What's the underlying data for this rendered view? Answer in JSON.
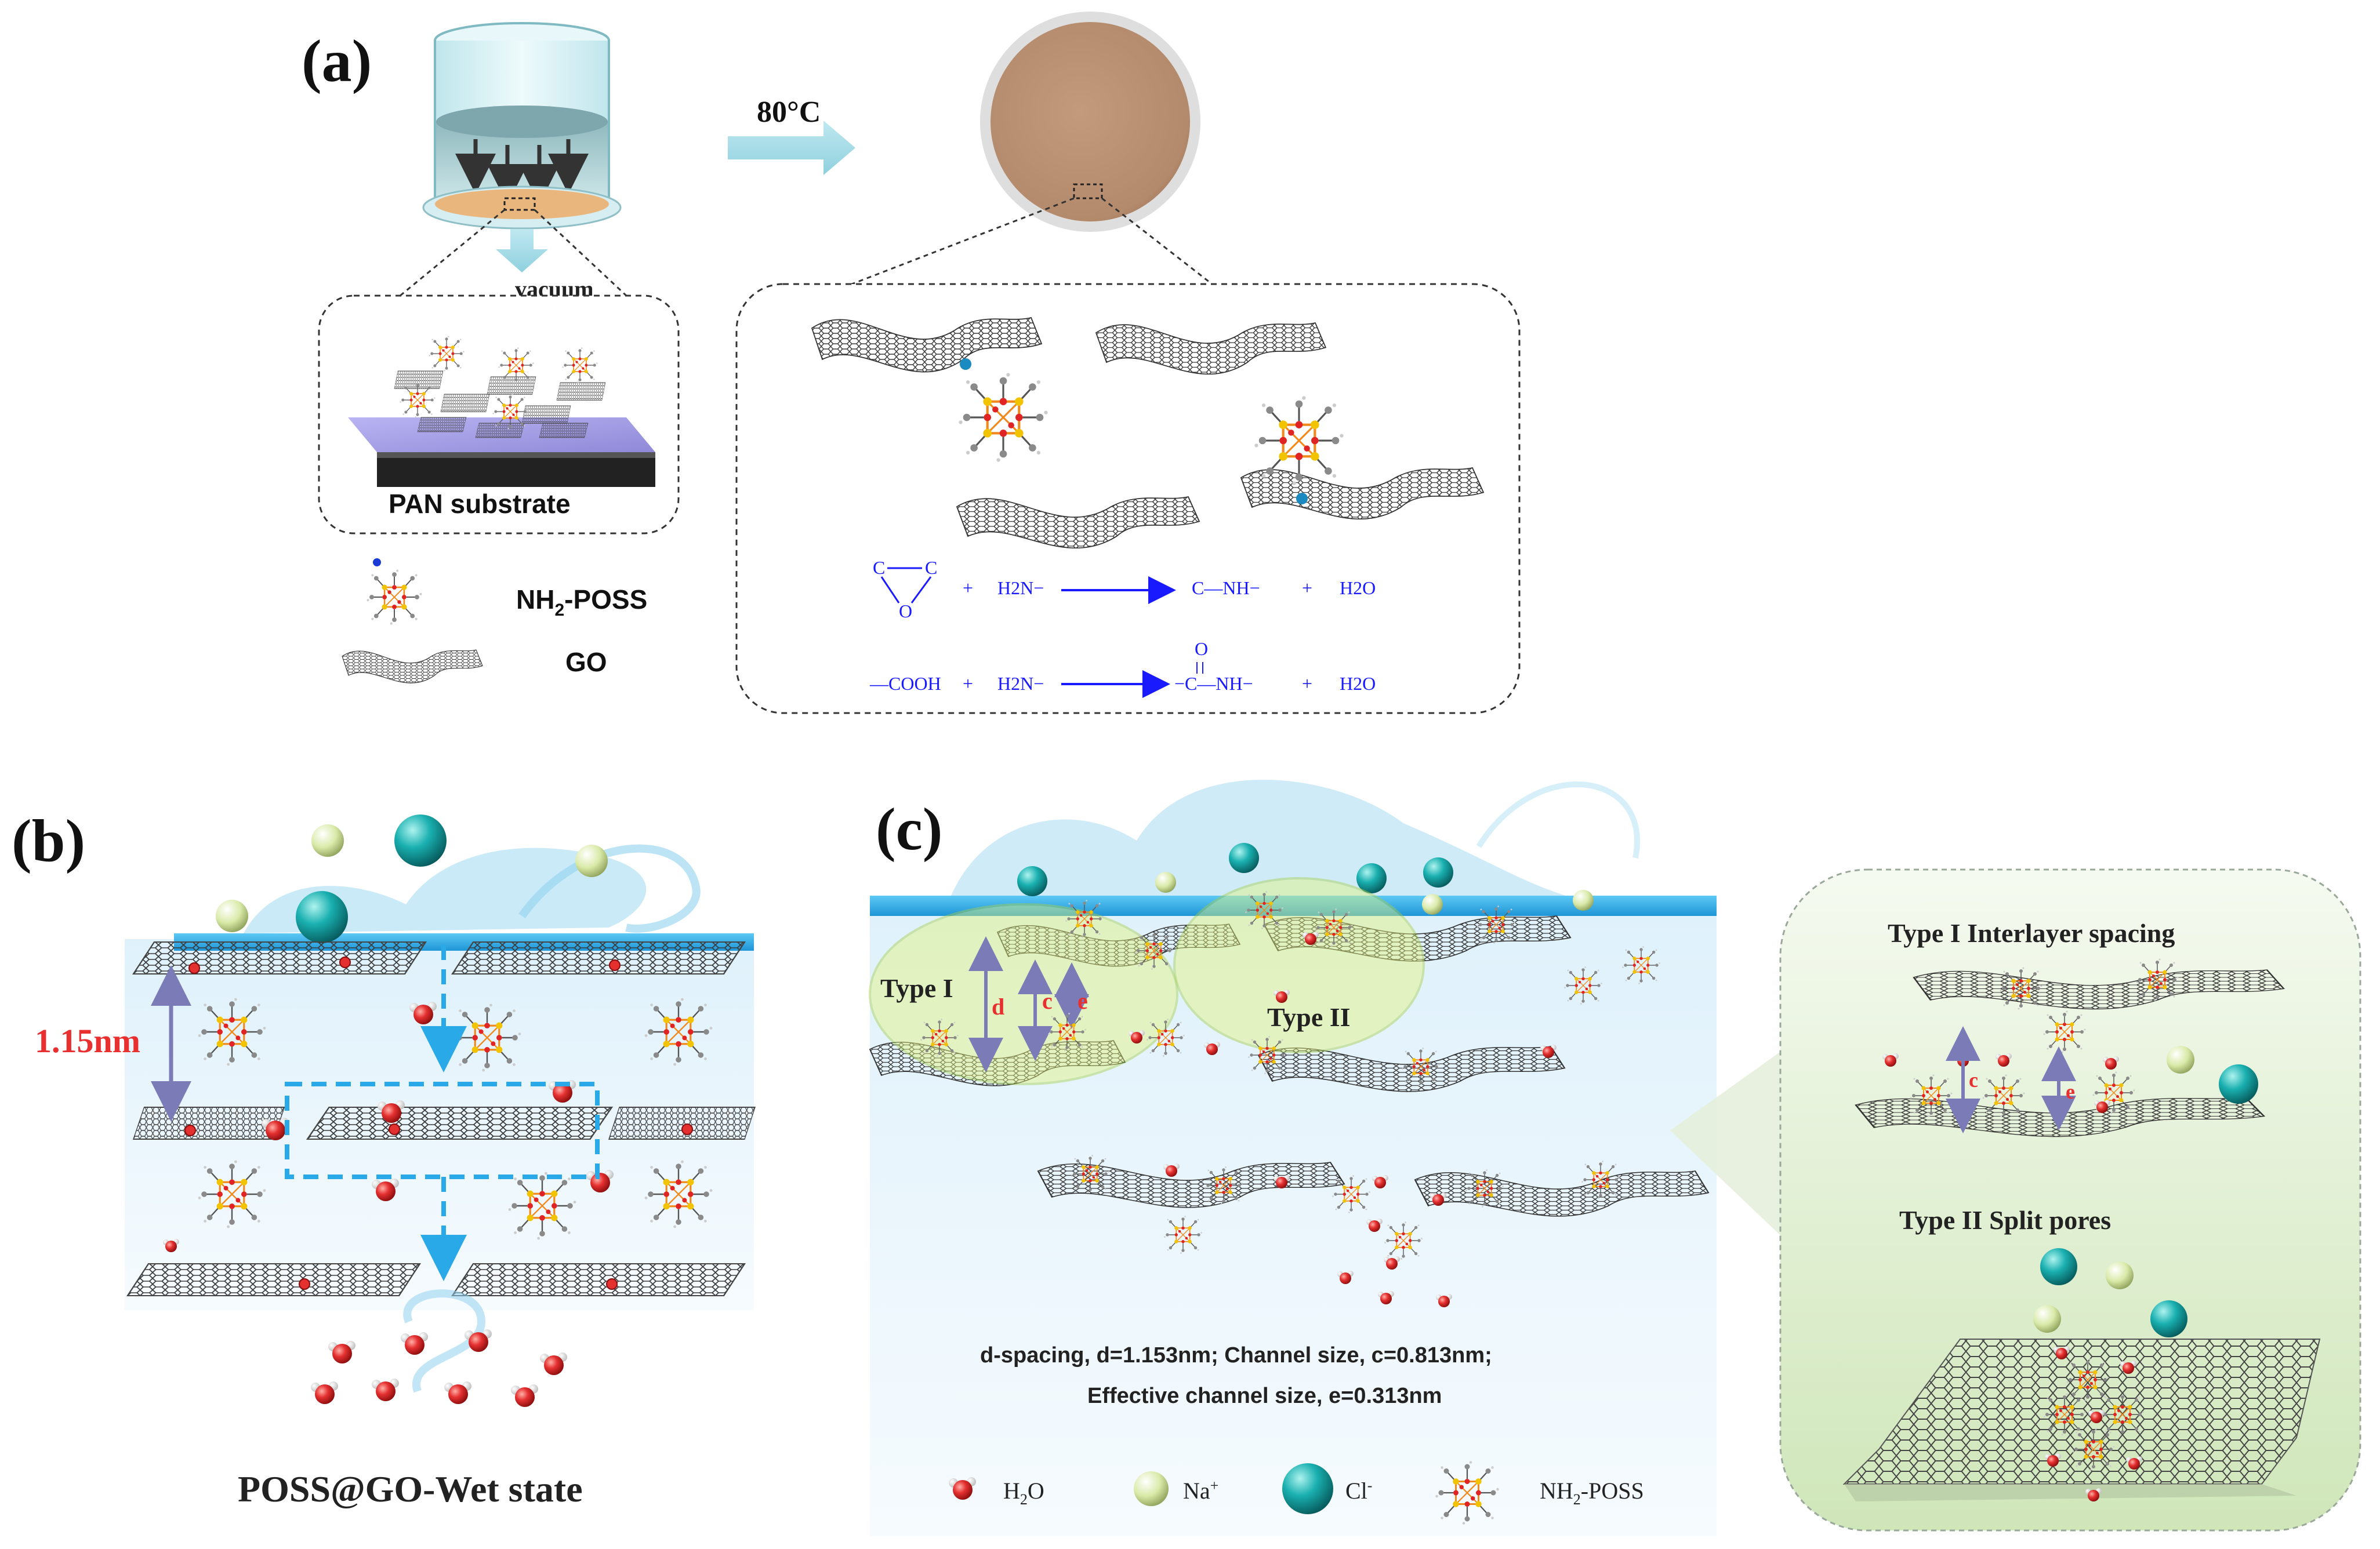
{
  "panel_a": {
    "label": "(a)",
    "temperature": "80°C",
    "vacuum": "vacuum",
    "substrate": "PAN substrate",
    "legend_poss": "NH",
    "legend_poss_sub": "2",
    "legend_poss_rest": "-POSS",
    "legend_go": "GO",
    "reaction1": {
      "epoxide_c1": "C",
      "epoxide_c2": "C",
      "epoxide_o": "O",
      "plus1": "+",
      "amine": "H2N−",
      "product": "C—NH−",
      "plus2": "+",
      "water": "H2O"
    },
    "reaction2": {
      "reactant": "—COOH",
      "plus1": "+",
      "amine": "H2N−",
      "carbonyl_o": "O",
      "product": "−C—NH−",
      "plus2": "+",
      "water": "H2O"
    }
  },
  "panel_b": {
    "label": "(b)",
    "spacing": "1.15nm",
    "caption": "POSS@GO-Wet state"
  },
  "panel_c": {
    "label": "(c)",
    "type1": "Type I",
    "type2": "Type II",
    "d": "d",
    "c": "c",
    "e": "e",
    "line1": "d-spacing, d=1.153nm; Channel size, c=0.813nm;",
    "line2": "Effective channel size, e=0.313nm",
    "legend": {
      "h2o": "H",
      "h2o_sub": "2",
      "h2o_rest": "O",
      "na": "Na",
      "na_sup": "+",
      "cl": "Cl",
      "cl_sup": "-",
      "poss": "NH",
      "poss_sub": "2",
      "poss_rest": "-POSS"
    },
    "inset": {
      "title1": "Type I  Interlayer spacing",
      "title2": "Type II  Split pores",
      "c": "c",
      "e": "e"
    }
  },
  "colors": {
    "water_blue": "#4fc3f7",
    "ion_green": "#d9eaa8",
    "ion_teal": "#1ab0b0",
    "oxygen_red": "#e53030",
    "spacing_red": "#e83030",
    "arrow_blue": "#29a9e8",
    "reaction_blue": "#1a1aff",
    "membrane_tan": "#b48a6c"
  }
}
